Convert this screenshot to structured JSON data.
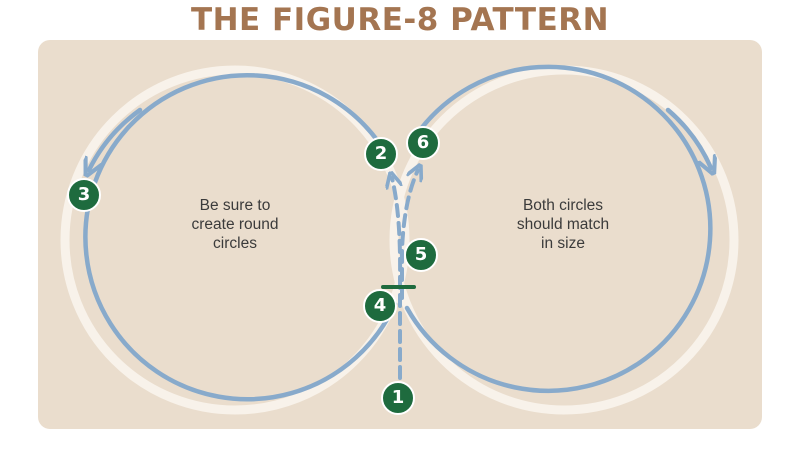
{
  "title": "THE FIGURE-8 PATTERN",
  "left_caption": [
    "Be sure to",
    "create round",
    "circles"
  ],
  "right_caption": [
    "Both circles",
    "should match",
    "in size"
  ],
  "steps": [
    "1",
    "2",
    "3",
    "4",
    "5",
    "6"
  ],
  "colors": {
    "title": "#a47551",
    "panel": "#eaddcd",
    "ring": "#f8f2ea",
    "path": "#88aacb",
    "badge": "#1e6b3e",
    "marker": "#1e6b3e"
  }
}
